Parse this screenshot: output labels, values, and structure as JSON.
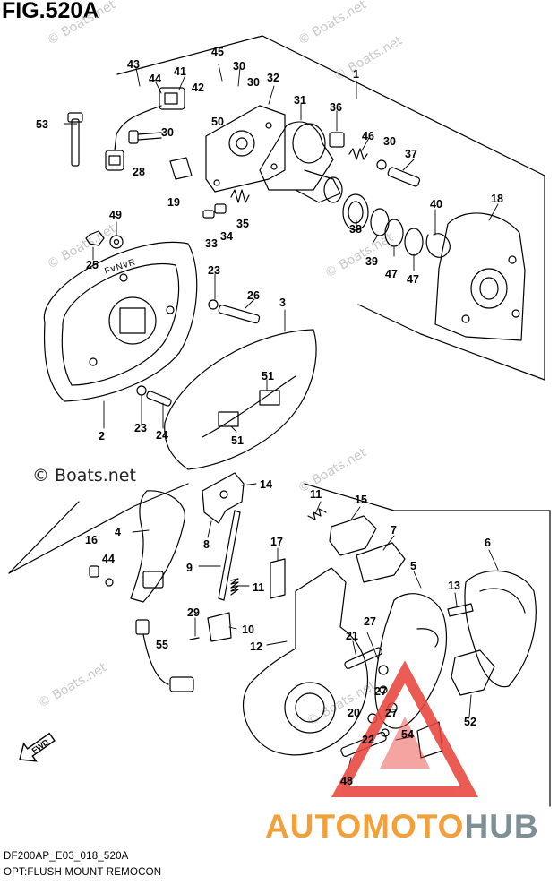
{
  "figure": {
    "title": "FIG.520A",
    "model_code": "DF200AP_E03_018_520A",
    "caption": "OPT:FLUSH MOUNT REMOCON"
  },
  "watermarks": {
    "small": "© Boats.net",
    "large": "© Boats.net"
  },
  "brand": {
    "part1": "AUTOMOTO",
    "part2": "HUB",
    "color1": "#f2a13a",
    "color2": "#7e8f96",
    "logo_color": "#e8453c"
  },
  "arrow_label": "FWD",
  "panel_text": "F∨N∨R",
  "parts": [
    "1",
    "2",
    "3",
    "4",
    "5",
    "6",
    "7",
    "8",
    "9",
    "10",
    "11",
    "12",
    "13",
    "14",
    "15",
    "16",
    "17",
    "18",
    "19",
    "20",
    "21",
    "22",
    "23",
    "24",
    "25",
    "26",
    "27",
    "28",
    "29",
    "30",
    "31",
    "32",
    "33",
    "34",
    "35",
    "36",
    "37",
    "38",
    "39",
    "40",
    "41",
    "42",
    "43",
    "44",
    "45",
    "46",
    "47",
    "48",
    "49",
    "50",
    "51",
    "52",
    "53",
    "54",
    "55"
  ],
  "callouts": [
    {
      "id": "c-1",
      "label": "1"
    },
    {
      "id": "c-2",
      "label": "2"
    },
    {
      "id": "c-3",
      "label": "3"
    },
    {
      "id": "c-4",
      "label": "4"
    },
    {
      "id": "c-5",
      "label": "5"
    },
    {
      "id": "c-6",
      "label": "6"
    },
    {
      "id": "c-7",
      "label": "7"
    },
    {
      "id": "c-8",
      "label": "8"
    },
    {
      "id": "c-9",
      "label": "9"
    },
    {
      "id": "c-10",
      "label": "10"
    },
    {
      "id": "c-11a",
      "label": "11"
    },
    {
      "id": "c-11b",
      "label": "11"
    },
    {
      "id": "c-12",
      "label": "12"
    },
    {
      "id": "c-13",
      "label": "13"
    },
    {
      "id": "c-14",
      "label": "14"
    },
    {
      "id": "c-15",
      "label": "15"
    },
    {
      "id": "c-16",
      "label": "16"
    },
    {
      "id": "c-17",
      "label": "17"
    },
    {
      "id": "c-18",
      "label": "18"
    },
    {
      "id": "c-19",
      "label": "19"
    },
    {
      "id": "c-20",
      "label": "20"
    },
    {
      "id": "c-21",
      "label": "21"
    },
    {
      "id": "c-22",
      "label": "22"
    },
    {
      "id": "c-23a",
      "label": "23"
    },
    {
      "id": "c-23b",
      "label": "23"
    },
    {
      "id": "c-24",
      "label": "24"
    },
    {
      "id": "c-25",
      "label": "25"
    },
    {
      "id": "c-26",
      "label": "26"
    },
    {
      "id": "c-27a",
      "label": "27"
    },
    {
      "id": "c-27b",
      "label": "27"
    },
    {
      "id": "c-27c",
      "label": "27"
    },
    {
      "id": "c-28",
      "label": "28"
    },
    {
      "id": "c-29",
      "label": "29"
    },
    {
      "id": "c-30a",
      "label": "30"
    },
    {
      "id": "c-30b",
      "label": "30"
    },
    {
      "id": "c-30c",
      "label": "30"
    },
    {
      "id": "c-30d",
      "label": "30"
    },
    {
      "id": "c-31",
      "label": "31"
    },
    {
      "id": "c-32",
      "label": "32"
    },
    {
      "id": "c-33",
      "label": "33"
    },
    {
      "id": "c-34",
      "label": "34"
    },
    {
      "id": "c-35",
      "label": "35"
    },
    {
      "id": "c-36",
      "label": "36"
    },
    {
      "id": "c-37",
      "label": "37"
    },
    {
      "id": "c-38",
      "label": "38"
    },
    {
      "id": "c-39",
      "label": "39"
    },
    {
      "id": "c-40",
      "label": "40"
    },
    {
      "id": "c-41",
      "label": "41"
    },
    {
      "id": "c-42",
      "label": "42"
    },
    {
      "id": "c-43",
      "label": "43"
    },
    {
      "id": "c-44a",
      "label": "44"
    },
    {
      "id": "c-44b",
      "label": "44"
    },
    {
      "id": "c-45",
      "label": "45"
    },
    {
      "id": "c-46",
      "label": "46"
    },
    {
      "id": "c-47a",
      "label": "47"
    },
    {
      "id": "c-47b",
      "label": "47"
    },
    {
      "id": "c-48",
      "label": "48"
    },
    {
      "id": "c-49",
      "label": "49"
    },
    {
      "id": "c-50",
      "label": "50"
    },
    {
      "id": "c-51a",
      "label": "51"
    },
    {
      "id": "c-51b",
      "label": "51"
    },
    {
      "id": "c-52",
      "label": "52"
    },
    {
      "id": "c-53",
      "label": "53"
    },
    {
      "id": "c-54",
      "label": "54"
    },
    {
      "id": "c-55",
      "label": "55"
    }
  ]
}
